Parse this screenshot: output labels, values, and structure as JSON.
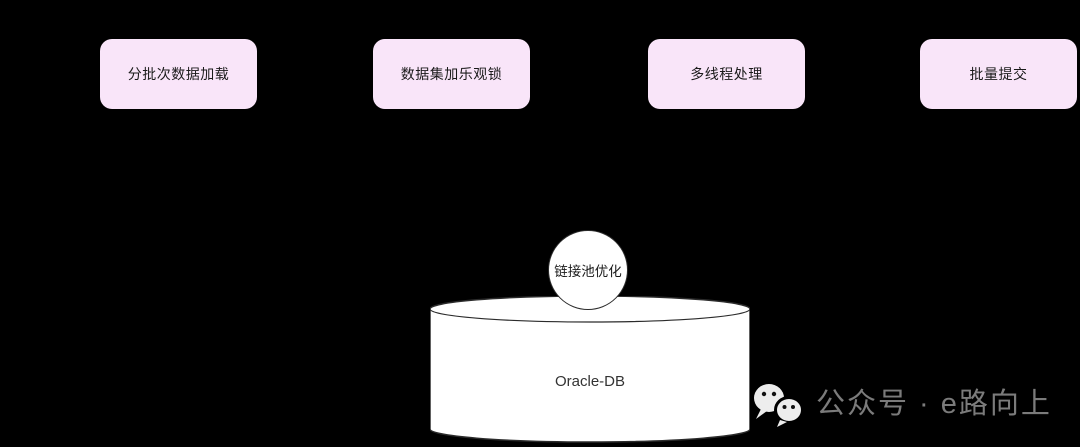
{
  "diagram": {
    "nodes": [
      {
        "label": "分批次数据加载"
      },
      {
        "label": "数据集加乐观锁"
      },
      {
        "label": "多线程处理"
      },
      {
        "label": "批量提交"
      }
    ],
    "pool_node": {
      "label": "链接池优化"
    },
    "database": {
      "label": "Oracle-DB"
    },
    "colors": {
      "background": "#000000",
      "node_fill": "#f9e5f9",
      "node_text": "#1a1a1a",
      "shape_fill": "#ffffff",
      "shape_stroke": "#2b2b2b",
      "watermark_color": "#7b7b7b"
    }
  },
  "watermark": {
    "icon": "wechat-icon",
    "label": "公众号 · e路向上"
  }
}
